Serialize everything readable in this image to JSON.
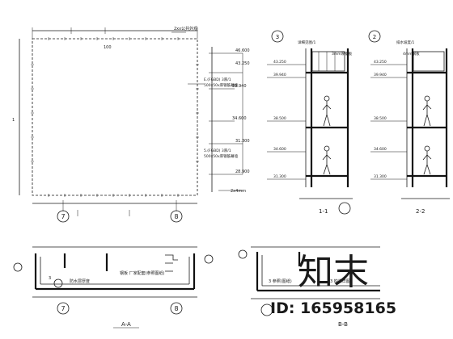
{
  "plan": {
    "axis_left": "7",
    "axis_right": "8",
    "callout_title": "2xx公共外观",
    "callout_tag": "100",
    "heights": [
      "46.600",
      "43.250",
      "39.940",
      "34.600",
      "31.300",
      "28.900"
    ],
    "height_offset_label": "2x4mm",
    "note_a_line1": "E.(FGBD) 3厚/1",
    "note_a_line2": "500x50x厚钢筋幕墙",
    "note_b_line1": "5.(FGBD) 3厚/1",
    "note_b_line2": "500x50x厚钢筋幕墙",
    "left_dim": "1"
  },
  "section_aa": {
    "label": "A-A",
    "axis_left": "7",
    "axis_right": "8",
    "note_1": "防水层厚度",
    "note_2": "钢板 厂家配套(参照图纸)",
    "note_3": "3"
  },
  "section_bb": {
    "label": "B-B",
    "note_1": "3 参照(图纸)",
    "note_2": "3 构造详图"
  },
  "section_11": {
    "label": "1-1",
    "circle": "3",
    "note_top": "详细见图/1",
    "note_right": "3mm厚钢板",
    "levels": [
      "43.250",
      "39.940",
      "38.500",
      "34.600",
      "31.300"
    ]
  },
  "section_22": {
    "label": "2-2",
    "circle": "2",
    "note_top": "排水坡度/1",
    "note_right": "4mm钢板",
    "levels": [
      "43.250",
      "39.940",
      "38.500",
      "34.600",
      "31.300"
    ]
  },
  "watermark": {
    "brand": "知末",
    "id_text": "ID: 165958165"
  }
}
